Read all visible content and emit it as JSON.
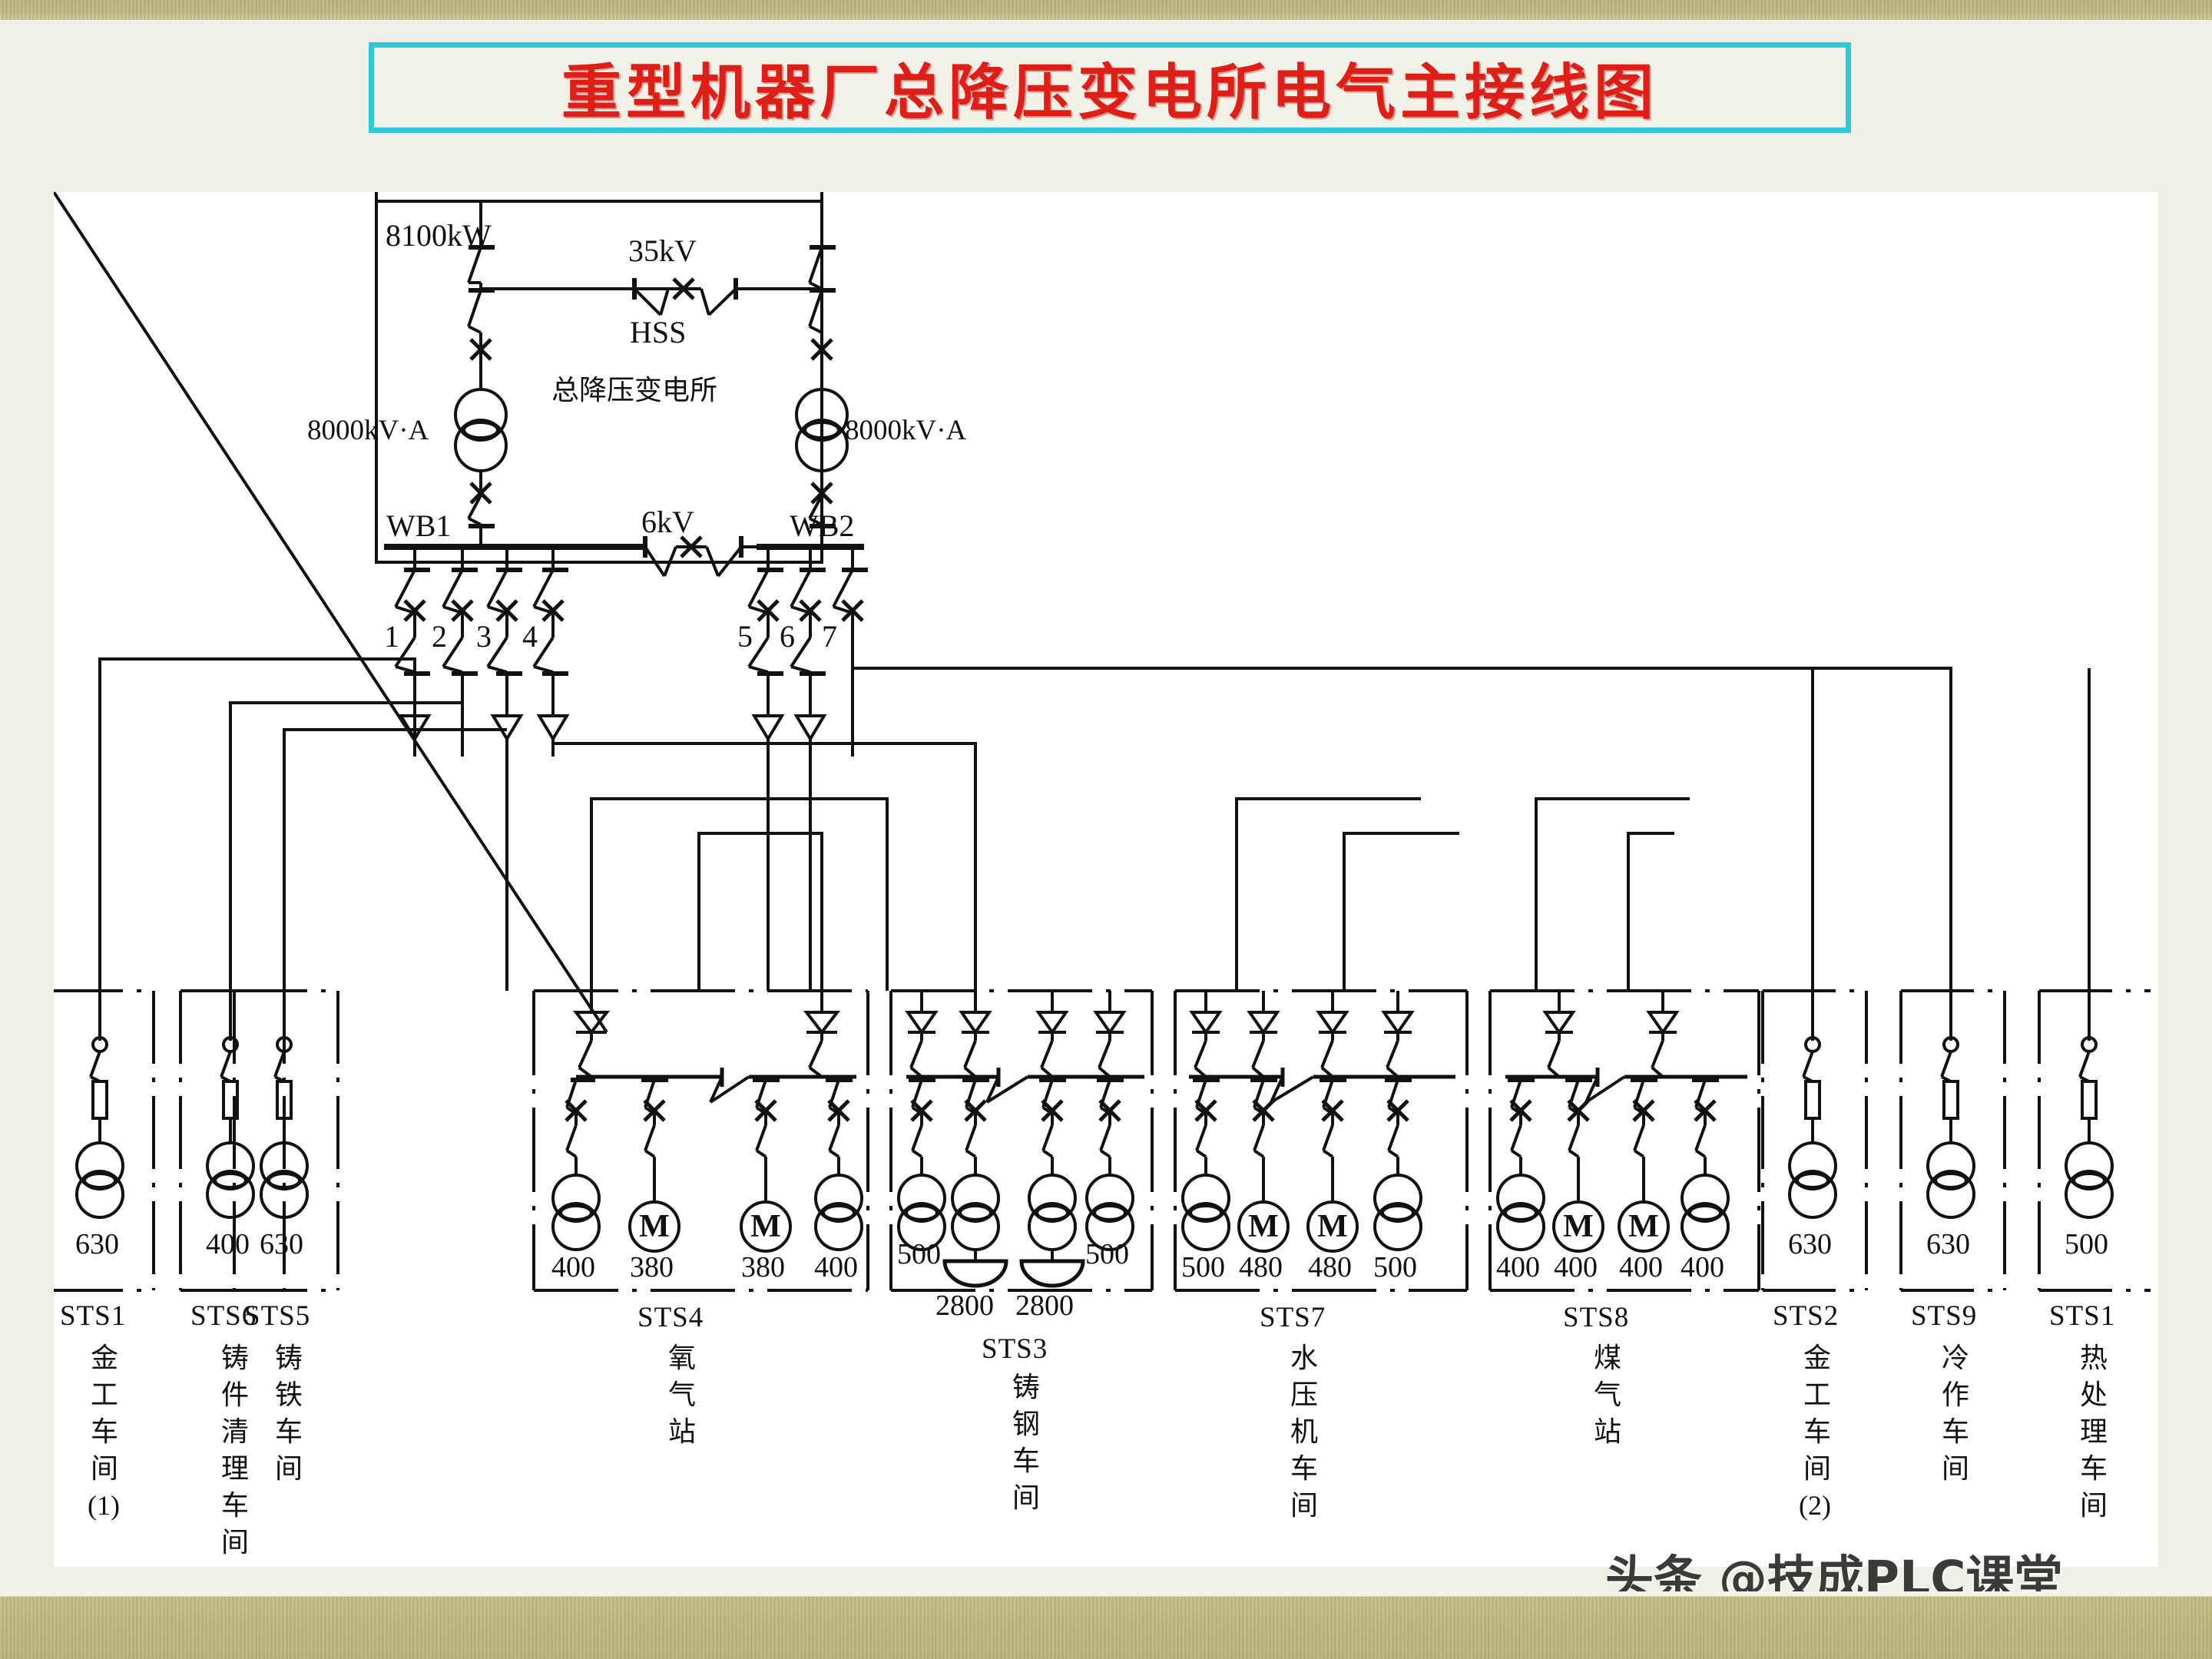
{
  "title": "重型机器厂总降压变电所电气主接线图",
  "watermark": "头条 @技成PLC课堂",
  "top_section": {
    "incoming_power": "8100kW",
    "hv_voltage": "35kV",
    "hss_label": "HSS",
    "substation_name": "总降压变电所",
    "transformer_left": "8000kV·A",
    "transformer_right": "8000kV·A",
    "bus_voltage": "6kV",
    "bus_left": "WB1",
    "bus_right": "WB2",
    "feeders": [
      "1",
      "2",
      "3",
      "4",
      "5",
      "6",
      "7"
    ]
  },
  "substations": [
    {
      "tag": "STS1",
      "name": "金工车间(1)",
      "name_chars": [
        "金",
        "工",
        "车",
        "间",
        "(1)"
      ],
      "type": "single",
      "units": [
        {
          "rating": "630",
          "kind": "transformer"
        }
      ]
    },
    {
      "tag": "STS6",
      "name": "铸件清理车间",
      "name_chars": [
        "铸",
        "件",
        "清",
        "理",
        "车",
        "间"
      ],
      "type": "single",
      "units": [
        {
          "rating": "400",
          "kind": "transformer"
        }
      ]
    },
    {
      "tag": "STS5",
      "name": "铸铁车间",
      "name_chars": [
        "铸",
        "铁",
        "车",
        "间"
      ],
      "type": "single",
      "units": [
        {
          "rating": "630",
          "kind": "transformer"
        }
      ]
    },
    {
      "tag": "STS4",
      "name": "氧气站",
      "name_chars": [
        "氧",
        "气",
        "站"
      ],
      "type": "quad",
      "units": [
        {
          "rating": "400",
          "kind": "transformer"
        },
        {
          "rating": "380",
          "kind": "motor"
        },
        {
          "rating": "380",
          "kind": "motor"
        },
        {
          "rating": "400",
          "kind": "transformer"
        }
      ]
    },
    {
      "tag": "STS3",
      "name": "铸钢车间",
      "name_chars": [
        "铸",
        "钢",
        "车",
        "间"
      ],
      "type": "quad",
      "units": [
        {
          "rating": "500",
          "kind": "transformer"
        },
        {
          "rating": "2800",
          "kind": "furnace"
        },
        {
          "rating": "2800",
          "kind": "furnace"
        },
        {
          "rating": "500",
          "kind": "transformer"
        }
      ]
    },
    {
      "tag": "STS7",
      "name": "水压机车间",
      "name_chars": [
        "水",
        "压",
        "机",
        "车",
        "间"
      ],
      "type": "quad",
      "units": [
        {
          "rating": "500",
          "kind": "transformer"
        },
        {
          "rating": "480",
          "kind": "motor"
        },
        {
          "rating": "480",
          "kind": "motor"
        },
        {
          "rating": "500",
          "kind": "transformer"
        }
      ]
    },
    {
      "tag": "STS8",
      "name": "煤气站",
      "name_chars": [
        "煤",
        "气",
        "站"
      ],
      "type": "quad",
      "units": [
        {
          "rating": "400",
          "kind": "transformer"
        },
        {
          "rating": "400",
          "kind": "motor"
        },
        {
          "rating": "400",
          "kind": "motor"
        },
        {
          "rating": "400",
          "kind": "transformer"
        }
      ]
    },
    {
      "tag": "STS2",
      "name": "金工车间(2)",
      "name_chars": [
        "金",
        "工",
        "车",
        "间",
        "(2)"
      ],
      "type": "single",
      "units": [
        {
          "rating": "630",
          "kind": "transformer"
        }
      ]
    },
    {
      "tag": "STS9",
      "name": "冷作车间",
      "name_chars": [
        "冷",
        "作",
        "车",
        "间"
      ],
      "type": "single",
      "units": [
        {
          "rating": "630",
          "kind": "transformer"
        }
      ]
    },
    {
      "tag": "STS1b",
      "tag_display": "STS1",
      "name": "热处理车间",
      "name_chars": [
        "热",
        "处",
        "理",
        "车",
        "间"
      ],
      "type": "single",
      "units": [
        {
          "rating": "500",
          "kind": "transformer"
        }
      ]
    }
  ],
  "colors": {
    "title_text": "#dd1f18",
    "title_border": "#2ec8d8",
    "band": "#b9b37a",
    "page": "#EEEFE6",
    "line": "#111111"
  }
}
